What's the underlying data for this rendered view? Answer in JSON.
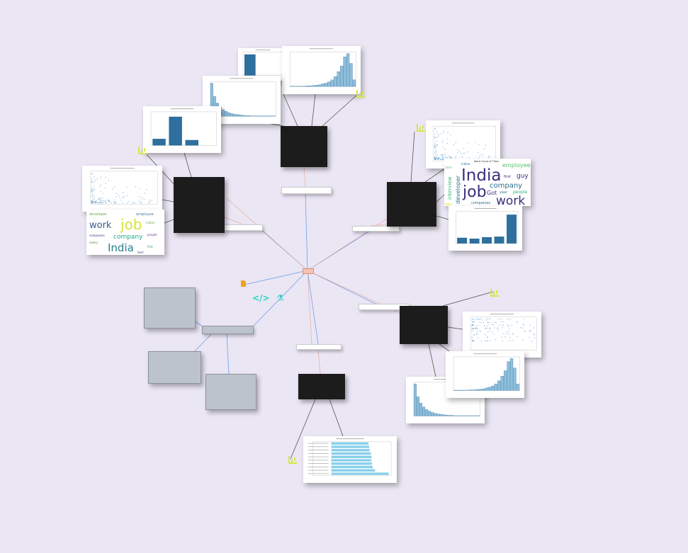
{
  "canvas": {
    "background": "#ebe6f4",
    "edge_colors": {
      "pink": "#e8b3a8",
      "blue": "#6f9ee8",
      "dark": "#555555"
    }
  },
  "icons": {
    "chart": "bar-chart-icon",
    "doc": "document-icon",
    "code": "code-icon",
    "flask": "flask-icon"
  },
  "code_glyph": "</>",
  "flask_glyph": "⚗",
  "wordcloud_right": {
    "title": "Word Cloud of Titles",
    "words": [
      "India",
      "job",
      "work",
      "company",
      "employee",
      "interview",
      "developer",
      "guy",
      "Got",
      "first",
      "people",
      "year",
      "companies",
      "day",
      "Indian",
      "tech"
    ]
  },
  "wordcloud_left": {
    "words": [
      "job",
      "work",
      "India",
      "company",
      "developer",
      "employee",
      "people",
      "companies",
      "salary",
      "Indian",
      "first",
      "tech"
    ]
  }
}
